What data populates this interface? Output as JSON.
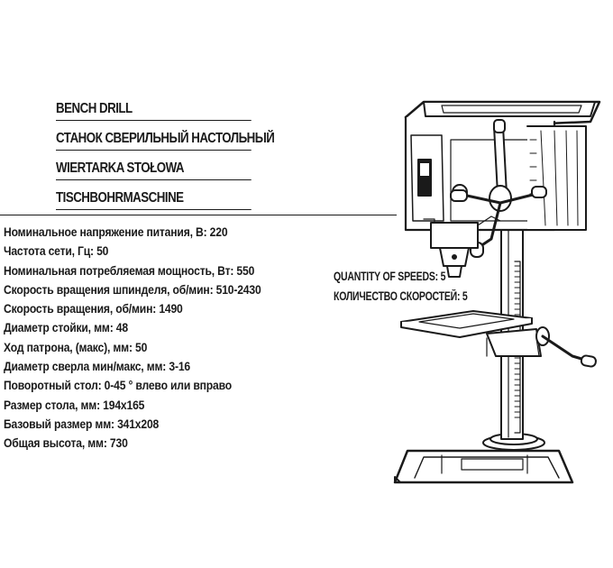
{
  "titles": [
    "BENCH DRILL",
    "СТАНОК СВЕРИЛЬНЫЙ НАСТОЛЬНЫЙ",
    "WIERTARKA STOŁOWA",
    "TISCHBOHRMASCHINE"
  ],
  "specs": [
    "Номинальное напряжение питания, В: 220",
    "Частота сети, Гц: 50",
    "Номинальная потребляемая мощность, Вт: 550",
    "Скорость вращения шпинделя, об/мин: 510-2430",
    "Скорость вращения, об/мин: 1490",
    "Диаметр стойки, мм: 48",
    "Ход патрона, (макс), мм: 50",
    "Диаметр сверла  мин/макс, мм: 3-16",
    "Поворотный  стол: 0-45 ° влево или вправо",
    "Размер стола, мм: 194х165",
    "Базовый размер мм: 341х208",
    "Общая высота, мм: 730"
  ],
  "speeds": [
    "QUANTITY OF SPEEDS: 5",
    "КОЛИЧЕСТВО СКОРОСТЕЙ: 5"
  ],
  "drawing": {
    "name": "bench-drill-illustration",
    "stroke": "#1a1a1a"
  }
}
